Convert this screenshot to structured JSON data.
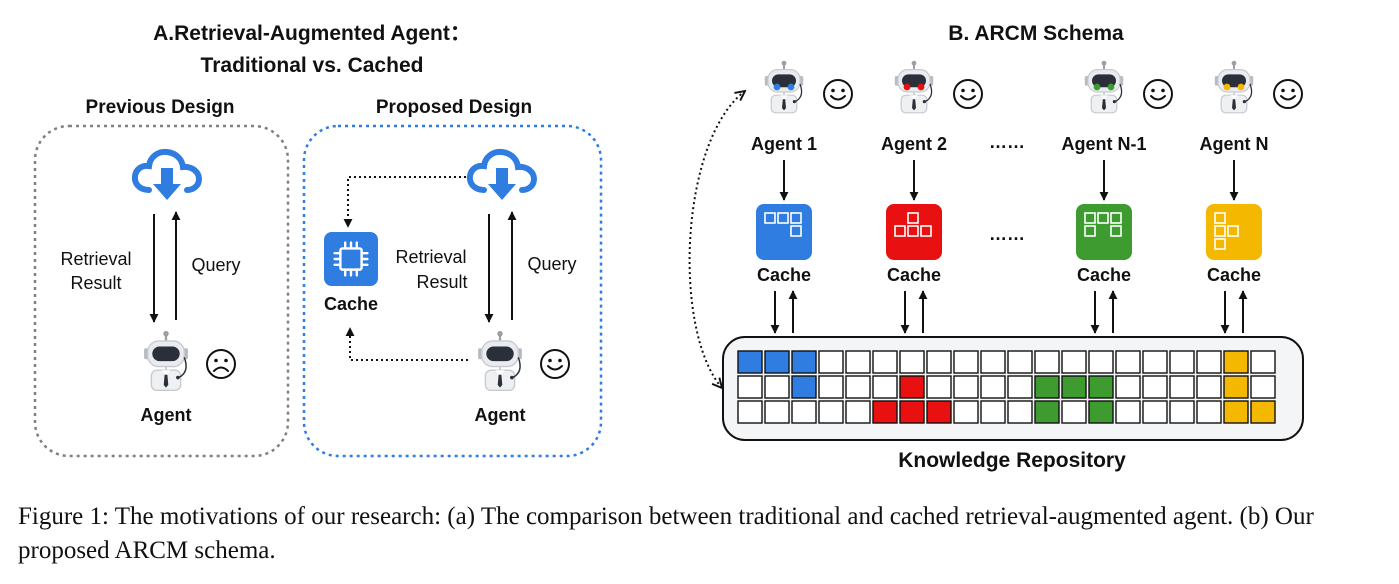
{
  "panel_a": {
    "title_line1": "A.Retrieval-Augmented Agent：",
    "title_line2": "Traditional vs. Cached",
    "previous_label": "Previous Design",
    "proposed_label": "Proposed Design",
    "retrieval_line1": "Retrieval",
    "retrieval_line2": "Result",
    "query": "Query",
    "agent": "Agent",
    "cache": "Cache"
  },
  "panel_b": {
    "title": "B. ARCM Schema",
    "agents": [
      {
        "label": "Agent 1",
        "color": "#2f7de1"
      },
      {
        "label": "Agent 2",
        "color": "#e81010"
      },
      {
        "label": "Agent N-1",
        "color": "#3e9b2f"
      },
      {
        "label": "Agent N",
        "color": "#f5b800"
      }
    ],
    "ellipsis": "……",
    "cache_label": "Cache",
    "repository_label": "Knowledge Repository",
    "repository_grid": {
      "cols": 20,
      "filled": [
        {
          "row": 0,
          "col": 0,
          "color": "#2f7de1"
        },
        {
          "row": 0,
          "col": 1,
          "color": "#2f7de1"
        },
        {
          "row": 0,
          "col": 2,
          "color": "#2f7de1"
        },
        {
          "row": 1,
          "col": 2,
          "color": "#2f7de1"
        },
        {
          "row": 1,
          "col": 6,
          "color": "#e81010"
        },
        {
          "row": 2,
          "col": 5,
          "color": "#e81010"
        },
        {
          "row": 2,
          "col": 6,
          "color": "#e81010"
        },
        {
          "row": 2,
          "col": 7,
          "color": "#e81010"
        },
        {
          "row": 1,
          "col": 11,
          "color": "#3e9b2f"
        },
        {
          "row": 1,
          "col": 12,
          "color": "#3e9b2f"
        },
        {
          "row": 1,
          "col": 13,
          "color": "#3e9b2f"
        },
        {
          "row": 2,
          "col": 11,
          "color": "#3e9b2f"
        },
        {
          "row": 2,
          "col": 13,
          "color": "#3e9b2f"
        },
        {
          "row": 0,
          "col": 18,
          "color": "#f5b800"
        },
        {
          "row": 1,
          "col": 18,
          "color": "#f5b800"
        },
        {
          "row": 2,
          "col": 18,
          "color": "#f5b800"
        },
        {
          "row": 2,
          "col": 19,
          "color": "#f5b800"
        }
      ]
    }
  },
  "caption": "Figure 1: The motivations of our research: (a) The comparison between traditional and cached retrieval-augmented agent. (b) Our proposed ARCM schema.",
  "icons": {
    "cloud": "cloud-download-icon",
    "robot": "robot-icon",
    "happy": "smiley-icon",
    "sad": "sad-face-icon",
    "chip": "chip-icon"
  }
}
